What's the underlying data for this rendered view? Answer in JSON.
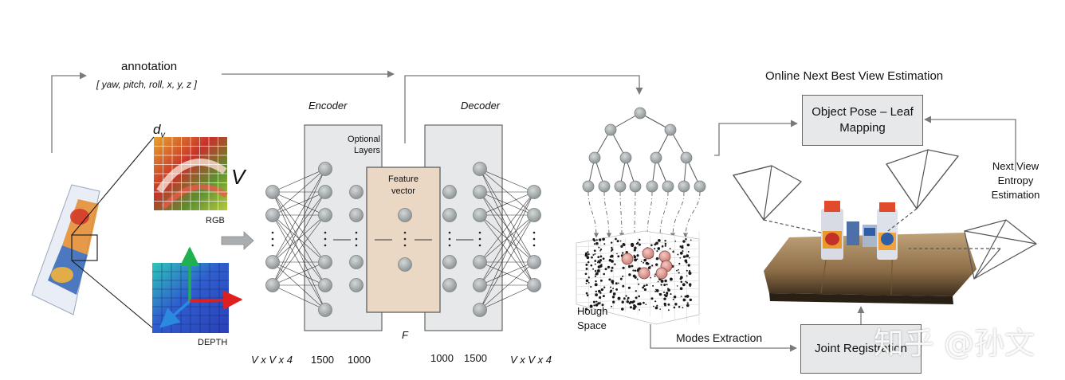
{
  "annotation": {
    "title": "annotation",
    "params": "[ yaw, pitch, roll, x, y, z ]"
  },
  "input": {
    "dv_label": "d",
    "dv_sub": "v",
    "v_label": "V",
    "rgb_label": "RGB",
    "depth_label": "DEPTH"
  },
  "encoder": {
    "label": "Encoder",
    "optional_layers": "Optional Layers",
    "optional_line1": "Optional",
    "optional_line2": "Layers"
  },
  "feature": {
    "line1": "Feature",
    "line2": "vector",
    "f_label": "F"
  },
  "decoder": {
    "label": "Decoder"
  },
  "dims": {
    "enc_in": "V x V x 4",
    "enc_1500": "1500",
    "enc_1000": "1000",
    "dec_1000": "1000",
    "dec_1500": "1500",
    "dec_out": "V x V x 4"
  },
  "forest": {
    "hough_line1": "Hough",
    "hough_line2": "Space"
  },
  "nbv": {
    "title": "Online Next Best View Estimation",
    "pose_leaf_line1": "Object Pose – Leaf",
    "pose_leaf_line2": "Mapping",
    "entropy_line1": "Next View",
    "entropy_line2": "Entropy",
    "entropy_line3": "Estimation",
    "modes": "Modes Extraction",
    "joint": "Joint Registration"
  },
  "watermark": "知乎 @孙文",
  "colors": {
    "node": "#a9aeaf",
    "panel": "#e6e8ea",
    "feature_box": "#ead8c4",
    "depth_blue": "#2f5fcf",
    "arrow": "#7a7a7a"
  }
}
